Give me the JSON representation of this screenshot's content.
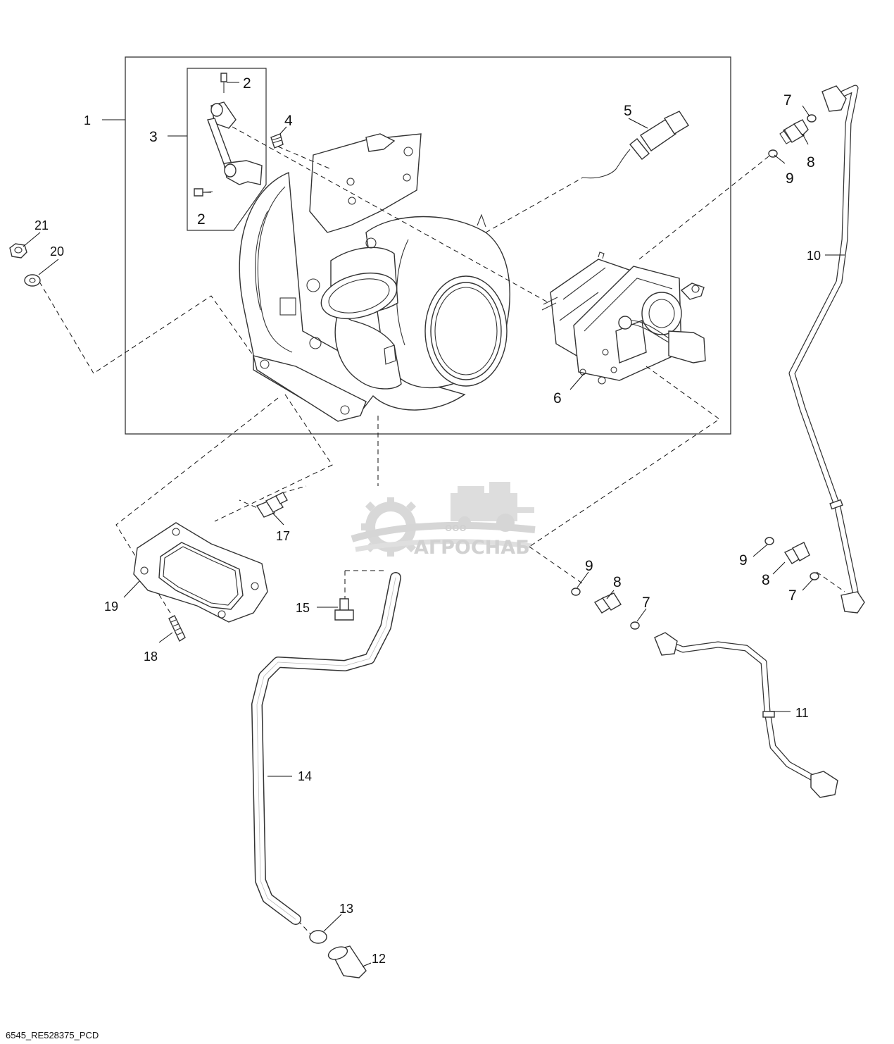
{
  "callouts": {
    "c1": "1",
    "c2a": "2",
    "c2b": "2",
    "c3": "3",
    "c4": "4",
    "c5": "5",
    "c6": "6",
    "c7a": "7",
    "c8a": "8",
    "c9a": "9",
    "c10": "10",
    "c11": "11",
    "c12": "12",
    "c13": "13",
    "c14": "14",
    "c15": "15",
    "c17": "17",
    "c18": "18",
    "c19": "19",
    "c20": "20",
    "c21": "21",
    "c9b": "9",
    "c8b": "8",
    "c7b": "7",
    "c9c": "9",
    "c8c": "8",
    "c7c": "7"
  },
  "watermark": {
    "company_prefix": "ООО",
    "company": "АГРОСНАБ"
  },
  "footer": {
    "drawing_id": "6545_RE528375_PCD"
  }
}
